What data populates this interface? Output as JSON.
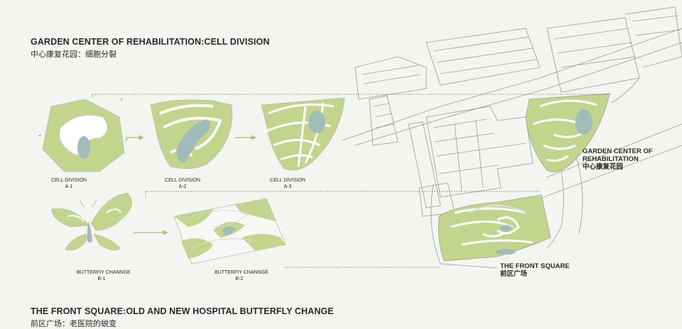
{
  "headings": {
    "top_en": "GARDEN CENTER OF REHABILITATION:CELL DIVISION",
    "top_cn": "中心康复花园：细胞分裂",
    "bottom_en": "THE FRONT SQUARE:OLD AND NEW HOSPITAL BUTTERFLY CHANGE",
    "bottom_cn": "前区广场：老医院的蜕变"
  },
  "diagrams": [
    {
      "title": "CELL DIVISION",
      "code": "A-1"
    },
    {
      "title": "CELL DIVISION",
      "code": "A-2"
    },
    {
      "title": "CELL DIVISION",
      "code": "A-3"
    },
    {
      "title": "BUTTERFIY CHANNGE",
      "code": "B-1"
    },
    {
      "title": "BUTTERFIY CHANNGE",
      "code": "B-2"
    }
  ],
  "map_labels": {
    "garden_en_1": "GARDEN CENTER OF",
    "garden_en_2": "REHABILITATION",
    "garden_cn": "中心康复花园",
    "square_en": "THE FRONT SQUARE",
    "square_cn": "前区广场"
  },
  "colors": {
    "green": "#c3d48c",
    "blue": "#9fbcb8",
    "line": "#8c8c8c",
    "background": "#f4f4f1"
  }
}
